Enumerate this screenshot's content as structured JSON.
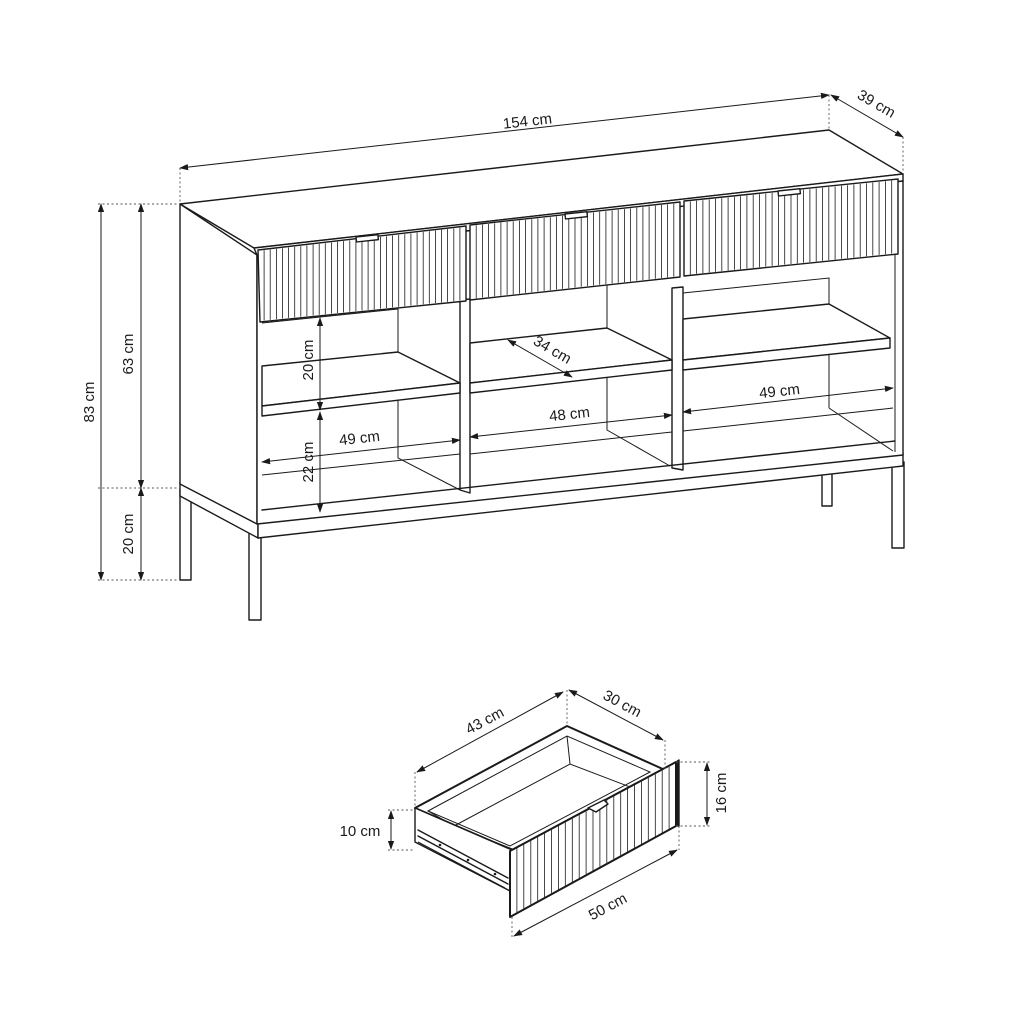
{
  "sideboard": {
    "dimensions": {
      "width": "154 cm",
      "depth": "39 cm",
      "total_height": "83 cm",
      "body_height": "63 cm",
      "leg_height": "20 cm",
      "shelf_gap_upper": "20 cm",
      "shelf_gap_lower": "22 cm",
      "shelf_depth": "34 cm",
      "left_compartment_width": "49 cm",
      "middle_compartment_width": "48 cm",
      "right_compartment_width": "49 cm"
    }
  },
  "drawer": {
    "dimensions": {
      "inner_length": "43 cm",
      "inner_depth": "30 cm",
      "front_height": "16 cm",
      "box_height": "10 cm",
      "front_width": "50 cm"
    }
  }
}
